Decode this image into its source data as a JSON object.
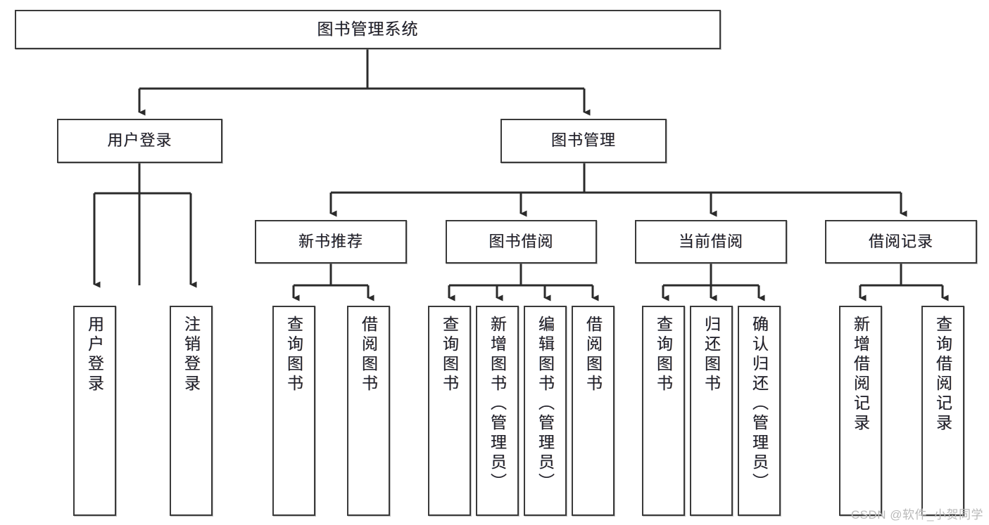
{
  "diagram": {
    "title": "图书管理系统",
    "type": "tree-hierarchy-diagram",
    "colors": {
      "box_border": "#3a3a3a",
      "box_fill": "#ffffff",
      "connector": "#2b2b2b",
      "text": "#20202a",
      "watermark": "#b9b9b9"
    },
    "nodes": {
      "root": {
        "label": "图书管理系统"
      },
      "level2": [
        {
          "label": "用户登录"
        },
        {
          "label": "图书管理"
        }
      ],
      "level3": [
        {
          "label": "新书推荐"
        },
        {
          "label": "图书借阅"
        },
        {
          "label": "当前借阅"
        },
        {
          "label": "借阅记录"
        }
      ],
      "leaves": {
        "user_login": [
          {
            "label": "用户登录"
          },
          {
            "label": "注销登录"
          }
        ],
        "new_book_recommend": [
          {
            "label": "查询图书"
          },
          {
            "label": "借阅图书"
          }
        ],
        "book_borrow": [
          {
            "label": "查询图书"
          },
          {
            "label": "新增图书（管理员）"
          },
          {
            "label": "编辑图书（管理员）"
          },
          {
            "label": "借阅图书"
          }
        ],
        "current_borrow": [
          {
            "label": "查询图书"
          },
          {
            "label": "归还图书"
          },
          {
            "label": "确认归还（管理员）"
          }
        ],
        "borrow_record": [
          {
            "label": "新增借阅记录"
          },
          {
            "label": "查询借阅记录"
          }
        ]
      }
    },
    "watermark": "CSDN @软件_小贺同学"
  }
}
